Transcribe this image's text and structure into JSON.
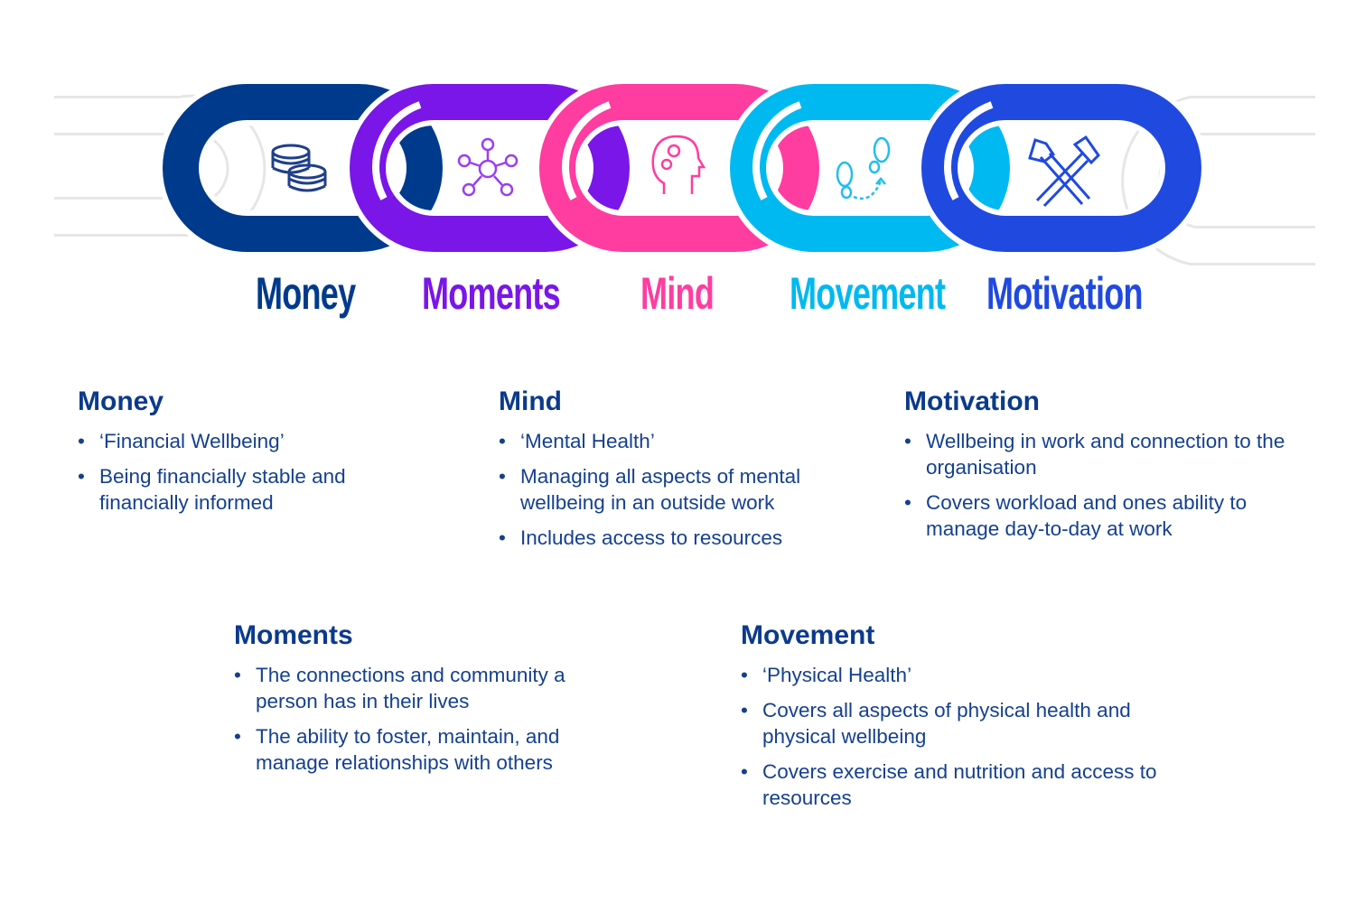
{
  "colors": {
    "money": "#003a8c",
    "moments": "#7a16e8",
    "mind": "#ff3ca0",
    "movement": "#00b9f0",
    "motivation": "#2049e0",
    "heading": "#0b3a8c"
  },
  "chain": [
    {
      "label": "Money",
      "icon": "coins-icon"
    },
    {
      "label": "Moments",
      "icon": "network-people-icon"
    },
    {
      "label": "Mind",
      "icon": "head-gears-icon"
    },
    {
      "label": "Movement",
      "icon": "footsteps-icon"
    },
    {
      "label": "Motivation",
      "icon": "hammers-icon"
    }
  ],
  "sections": {
    "money": {
      "title": "Money",
      "bullets": [
        "‘Financial Wellbeing’",
        "Being financially stable and financially informed"
      ]
    },
    "mind": {
      "title": "Mind",
      "bullets": [
        "‘Mental Health’",
        "Managing all aspects of mental wellbeing in an outside work",
        "Includes access to resources"
      ]
    },
    "motivation": {
      "title": "Motivation",
      "bullets": [
        "Wellbeing in work and connection to the organisation",
        "Covers workload and ones ability to manage day-to-day at work"
      ]
    },
    "moments": {
      "title": "Moments",
      "bullets": [
        "The connections and community a person has in their lives",
        "The ability to foster, maintain, and manage relationships with others"
      ]
    },
    "movement": {
      "title": "Movement",
      "bullets": [
        "‘Physical Health’",
        "Covers all aspects of physical health and physical wellbeing",
        "Covers exercise and nutrition and access to resources"
      ]
    }
  },
  "bullet_char": "•"
}
